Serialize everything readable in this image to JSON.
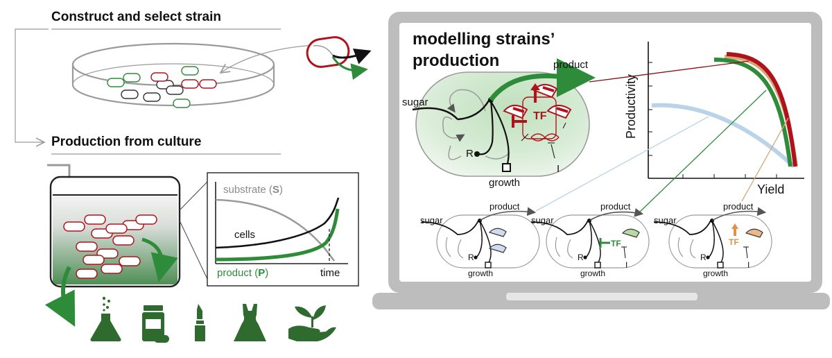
{
  "headings": {
    "construct": "Construct and select strain",
    "production": "Production from culture",
    "modelling_line1": "modelling strains’",
    "modelling_line2": "production"
  },
  "culture_plot": {
    "substrate_prefix": "substrate (",
    "substrate_symbol": "S",
    "substrate_suffix": ")",
    "cells": "cells",
    "product_prefix": "product (",
    "product_symbol": "P",
    "product_suffix": ")",
    "time": "time"
  },
  "main_cell": {
    "sugar": "sugar",
    "product": "product",
    "growth": "growth",
    "R": "R",
    "TF": "TF",
    "I": "I"
  },
  "tradeoff_chart": {
    "ylabel": "Productivity",
    "xlabel": "Yield"
  },
  "mini_cells": [
    {
      "sugar": "sugar",
      "product": "product",
      "growth": "growth",
      "R": "R",
      "I": ""
    },
    {
      "sugar": "sugar",
      "product": "product",
      "growth": "growth",
      "R": "R",
      "TF": "TF",
      "I": "I"
    },
    {
      "sugar": "sugar",
      "product": "product",
      "growth": "growth",
      "R": "R",
      "TF": "TF",
      "I": "I"
    }
  ],
  "products_icons": [
    "flask-icon",
    "pill-bottle-icon",
    "lipstick-icon",
    "dress-icon",
    "plant-in-hand-icon"
  ],
  "colors": {
    "green": "#2e8b3a",
    "dark_green": "#2f6b2f",
    "red": "#b0121b",
    "tan": "#d9a67a",
    "light_blue": "#b9d3e8",
    "grey": "#9a9a9a",
    "laptop_grey": "#b8b8b8"
  }
}
